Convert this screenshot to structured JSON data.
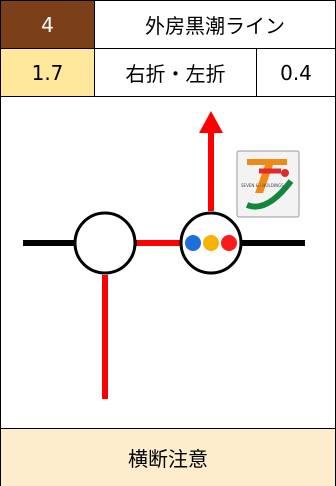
{
  "header": {
    "number": "4",
    "road_name": "外房黒潮ライン",
    "distance": "1.7",
    "turn": "右折・左折",
    "offset": "0.4"
  },
  "note": {
    "text": "横断注意"
  },
  "colors": {
    "number_bg": "#7b3f1a",
    "distance_bg": "#ffe79c",
    "note_bg": "#fdedcc",
    "route": "#ff0000",
    "road": "#000000",
    "signal_blue": "#1e6fd9",
    "signal_yellow": "#f5b400",
    "signal_red": "#ff1a1a"
  },
  "icons": {
    "landmark": "seven-and-i-holdings-logo",
    "route_arrow": "arrow-up-icon",
    "traffic_signal": "traffic-light-icon"
  },
  "logo_text": "SEVEN & i HOLDINGS"
}
